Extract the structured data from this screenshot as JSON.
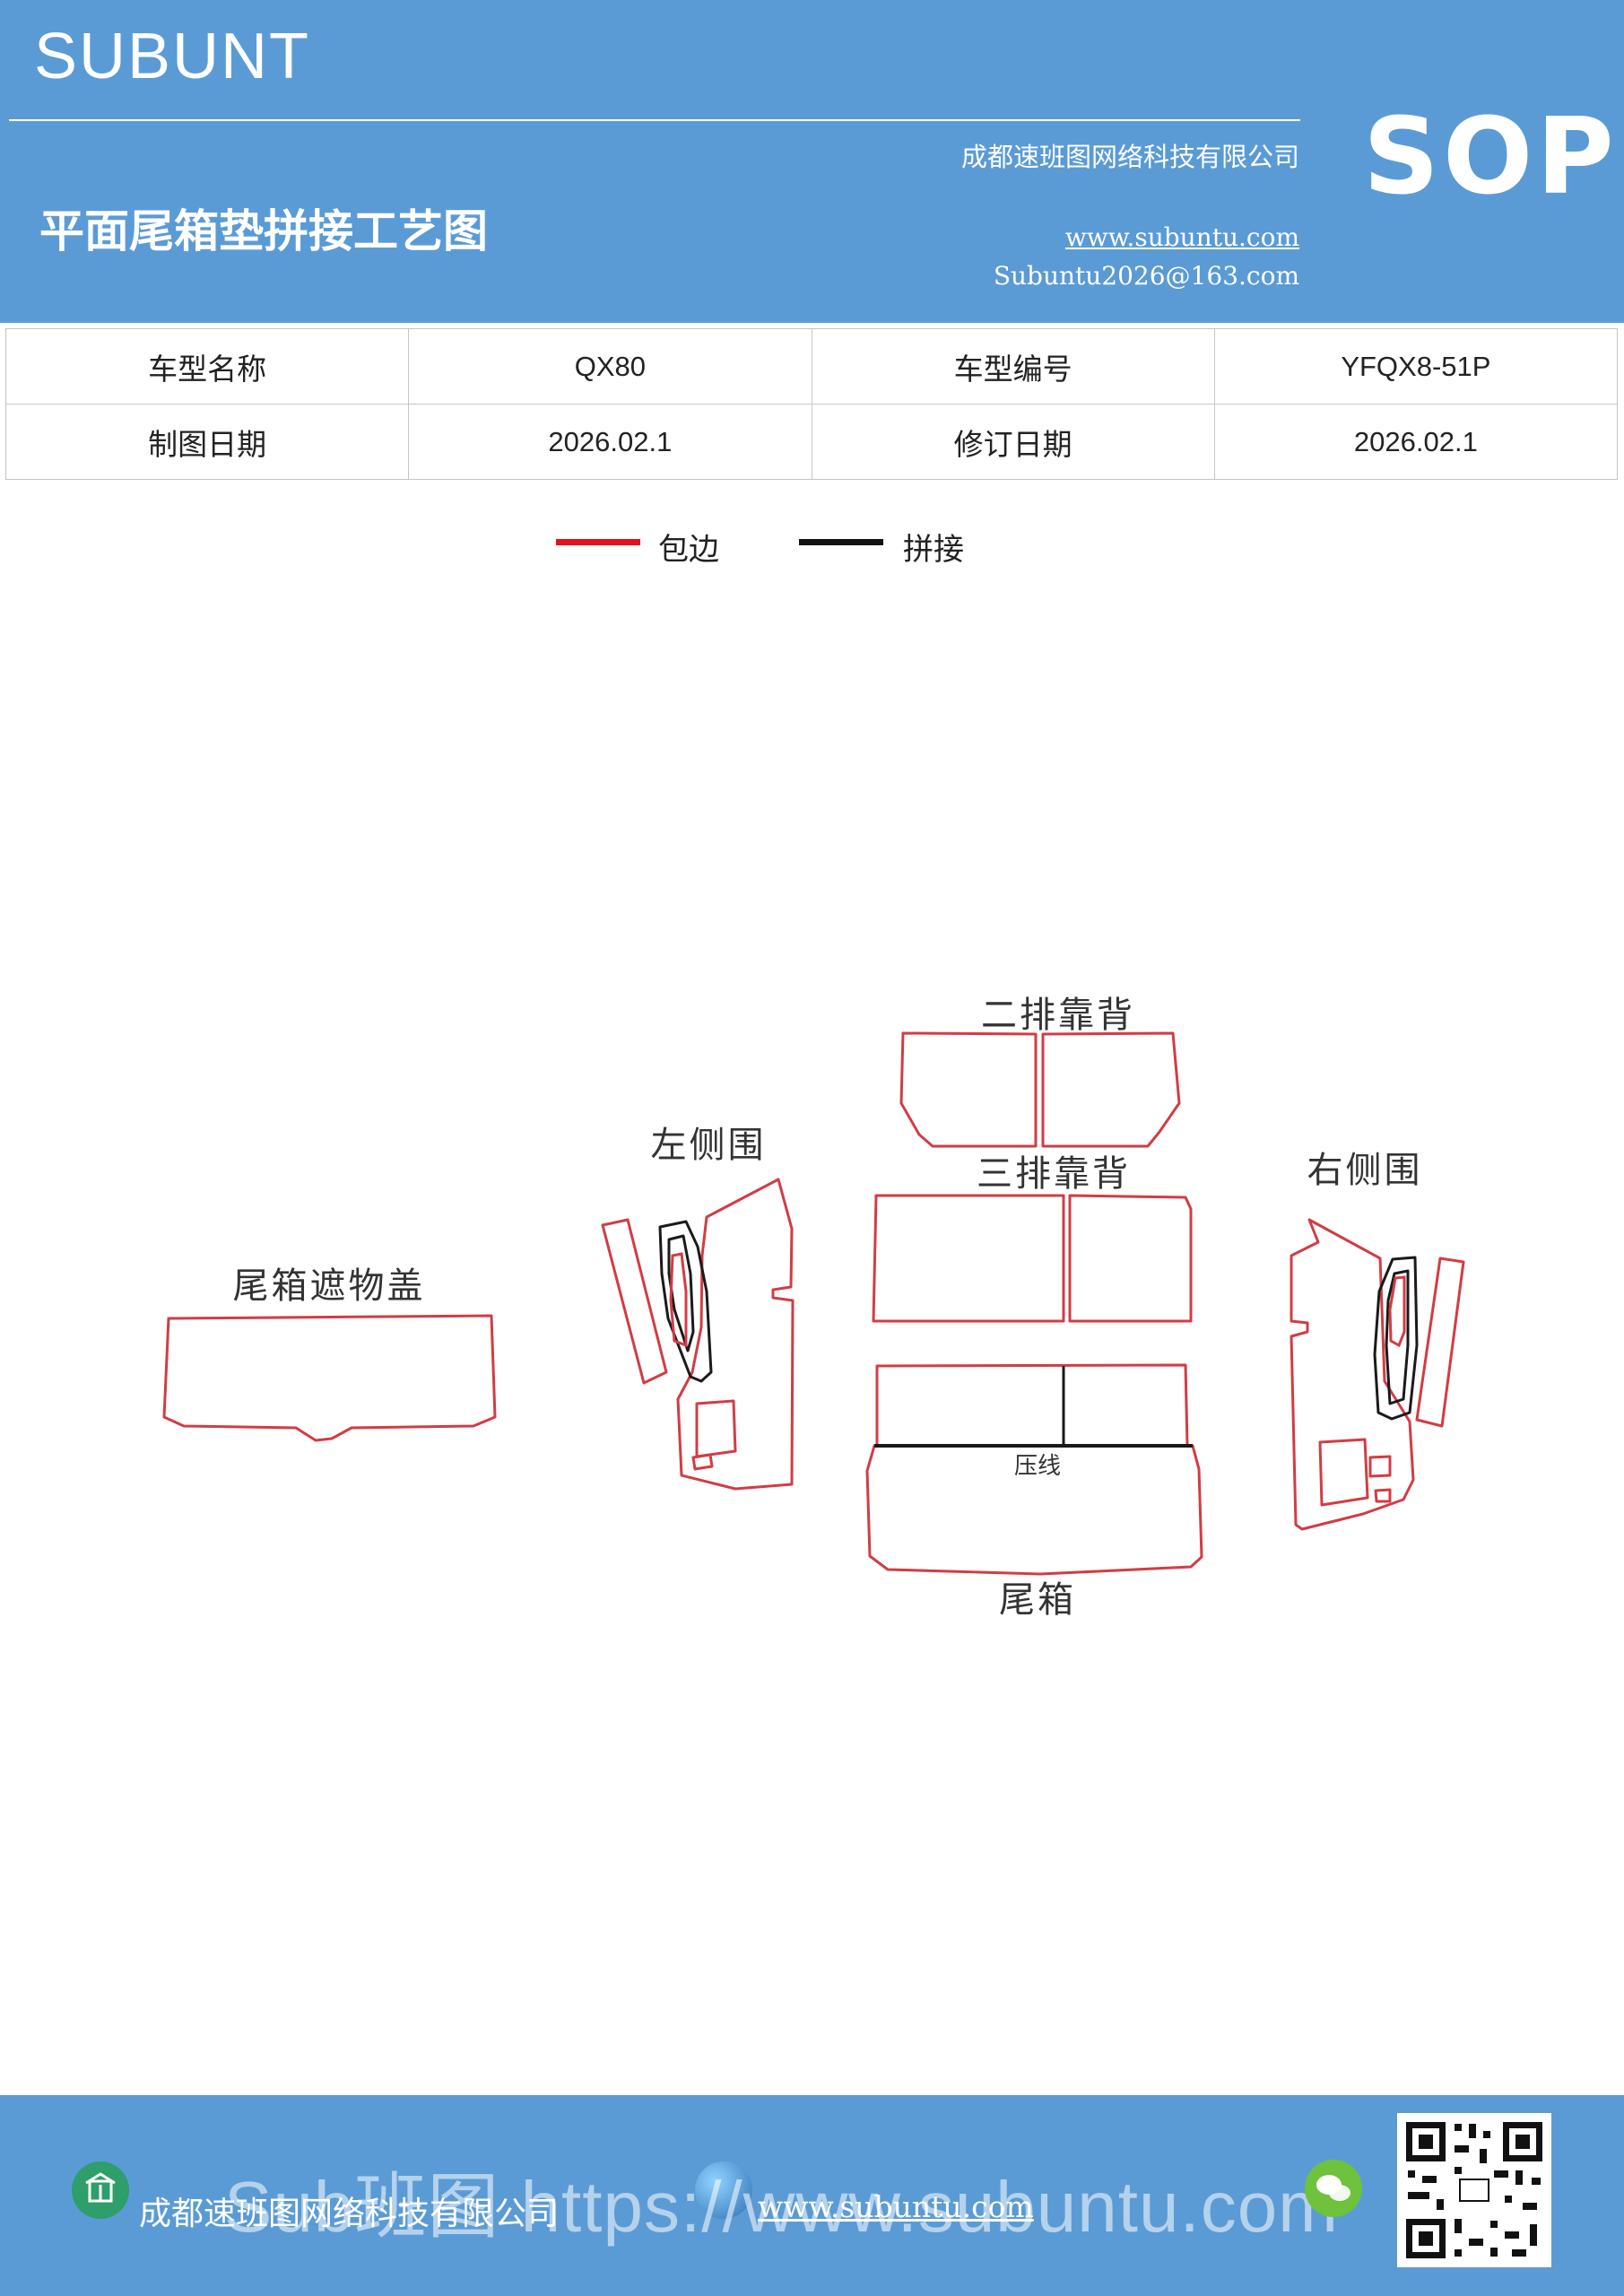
{
  "header": {
    "brand": "SUBUNT",
    "company": "成都速班图网络科技有限公司",
    "title": "平面尾箱垫拼接工艺图",
    "website": "www.subuntu.com",
    "email": "Subuntu2026@163.com",
    "sop": "SOP"
  },
  "info": {
    "model_name_label": "车型名称",
    "model_name_value": "QX80",
    "model_code_label": "车型编号",
    "model_code_value": "YFQX8-51P",
    "draw_date_label": "制图日期",
    "draw_date_value": "2026.02.1",
    "revise_date_label": "修订日期",
    "revise_date_value": "2026.02.1"
  },
  "legend": {
    "wrap_label": "包边",
    "wrap_color": "#e8101a",
    "splice_label": "拼接",
    "splice_color": "#111111"
  },
  "diagram": {
    "cargo_cover": "尾箱遮物盖",
    "left_side": "左侧围",
    "second_row_back": "二排靠背",
    "third_row_back": "三排靠背",
    "right_side": "右侧围",
    "press_line": "压线",
    "trunk": "尾箱",
    "outline_color": "#d23c44"
  },
  "footer": {
    "company": "成都速班图网络科技有限公司",
    "website": "www.subuntu.com",
    "overlay": "Sub班图  https://www.subuntu.com"
  }
}
